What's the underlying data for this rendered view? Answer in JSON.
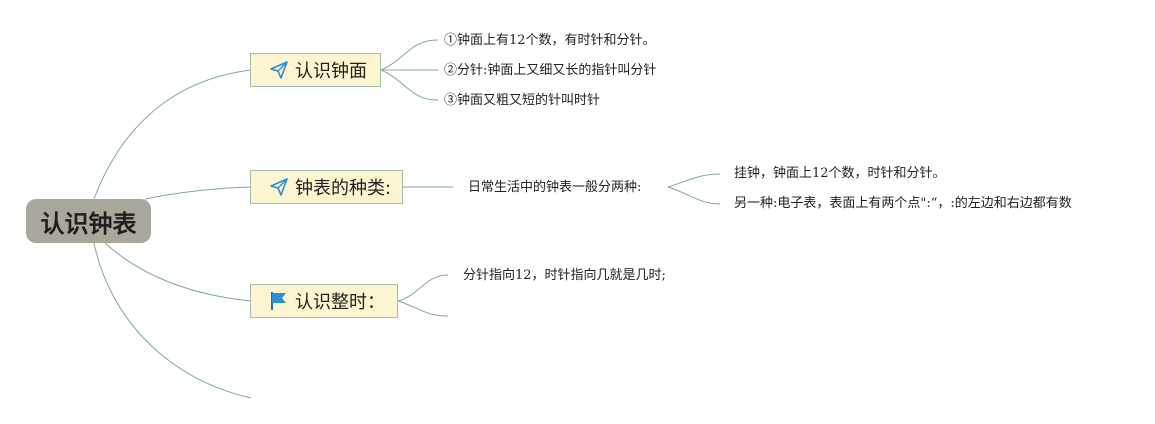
{
  "root": {
    "label": "认识钟表"
  },
  "colors": {
    "connector": "#7fa99a",
    "root_fill": "#a9a79b",
    "branch_fill": "#fdf5cf",
    "branch_border": "#9fbfa8",
    "icon_blue": "#2b8fd6"
  },
  "branches": [
    {
      "label": "认识钟面",
      "icon": "paper-plane-icon",
      "items": [
        "①钟面上有12个数，有时针和分针。",
        "②分针:钟面上又细又长的指针叫分针",
        "③钟面又粗又短的针叫时针"
      ]
    },
    {
      "label": "钟表的种类:",
      "icon": "paper-plane-icon",
      "summary": "日常生活中的钟表一般分两种:",
      "items": [
        "挂钟，钟面上12个数，时针和分针。",
        "另一种:电子表，表面上有两个点\":“，:的左边和右边都有数"
      ]
    },
    {
      "label": "认识整时：",
      "icon": "flag-icon",
      "items": [
        "分针指向12，时针指向几就是几时;"
      ]
    }
  ]
}
